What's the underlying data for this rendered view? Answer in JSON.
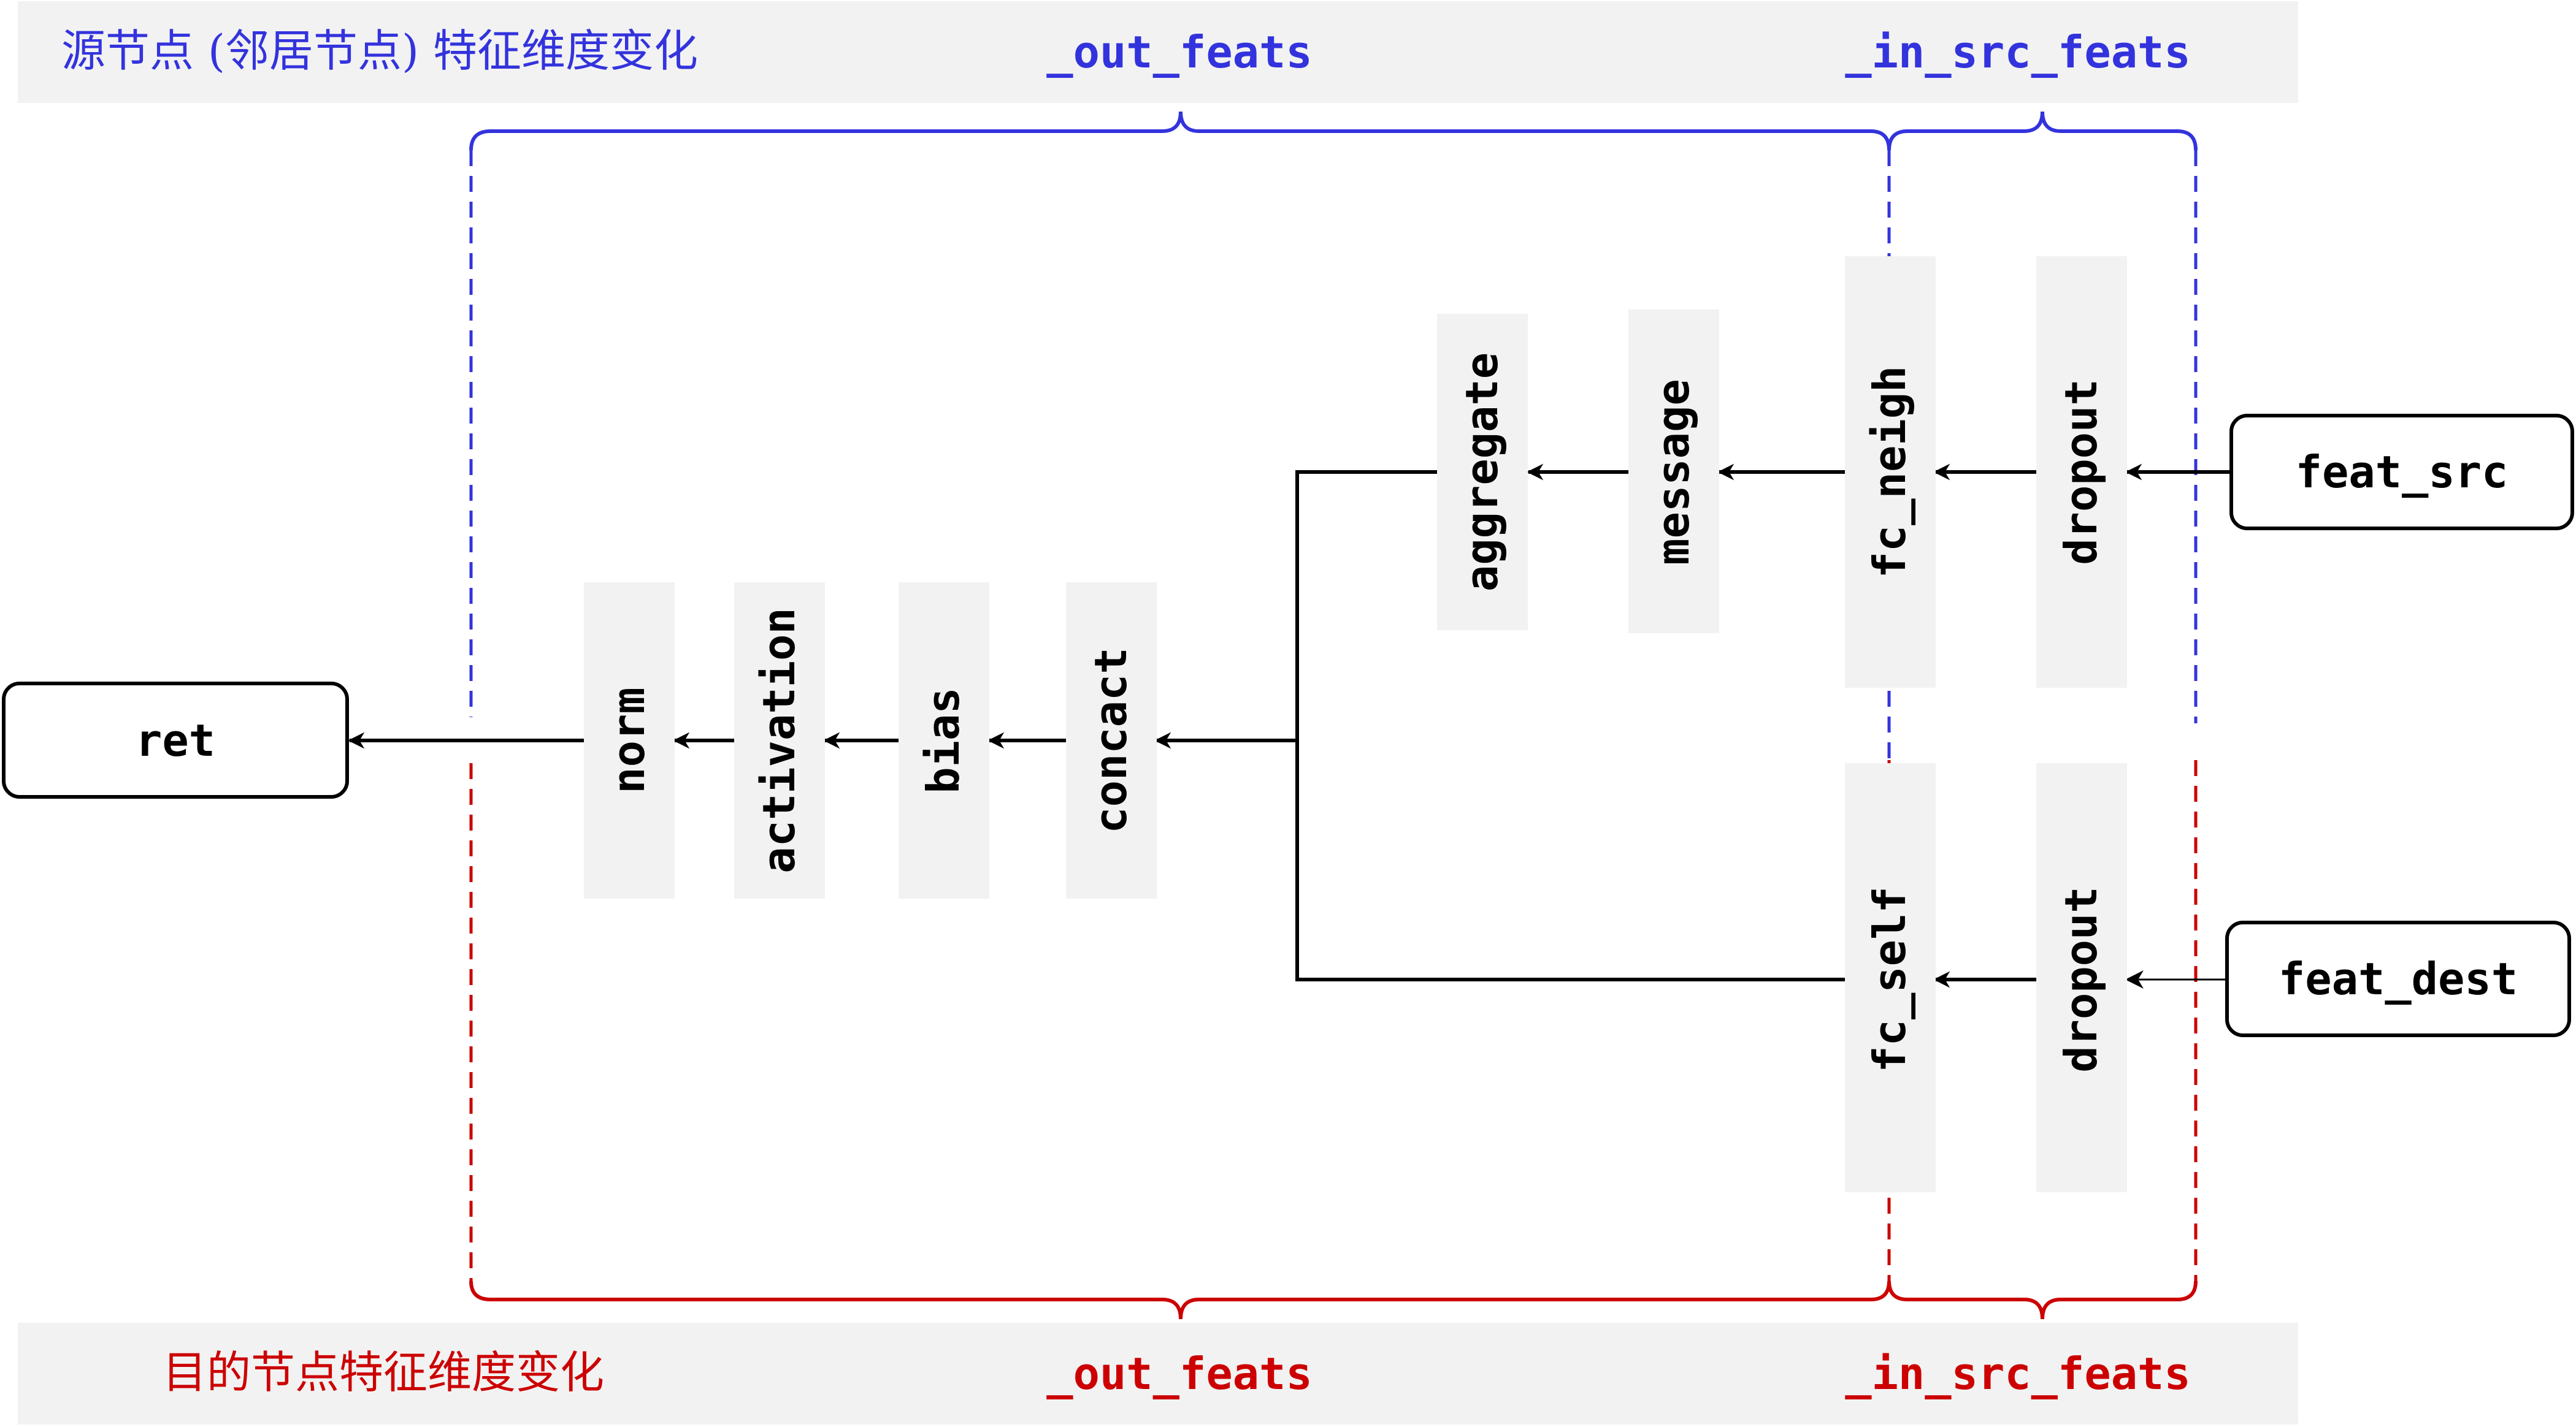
{
  "colors": {
    "src": "#3333dd",
    "dest": "#cc0000",
    "band": "#f2f2f2",
    "block": "#f2f2f2",
    "line": "#000000"
  },
  "top_band": {
    "title": "源节点 (邻居节点) 特征维度变化",
    "out_feats": "_out_feats",
    "in_src_feats": "_in_src_feats"
  },
  "bottom_band": {
    "title": "目的节点特征维度变化",
    "out_feats": "_out_feats",
    "in_src_feats": "_in_src_feats"
  },
  "nodes": {
    "ret": "ret",
    "feat_src": "feat_src",
    "feat_dest": "feat_dest"
  },
  "blocks": {
    "norm": "norm",
    "activation": "activation",
    "bias": "bias",
    "concact": "concact",
    "aggregate": "aggregate",
    "message": "message",
    "fc_neigh": "fc_neigh",
    "dropout_src": "dropout",
    "fc_self": "fc_self",
    "dropout_dest": "dropout"
  }
}
